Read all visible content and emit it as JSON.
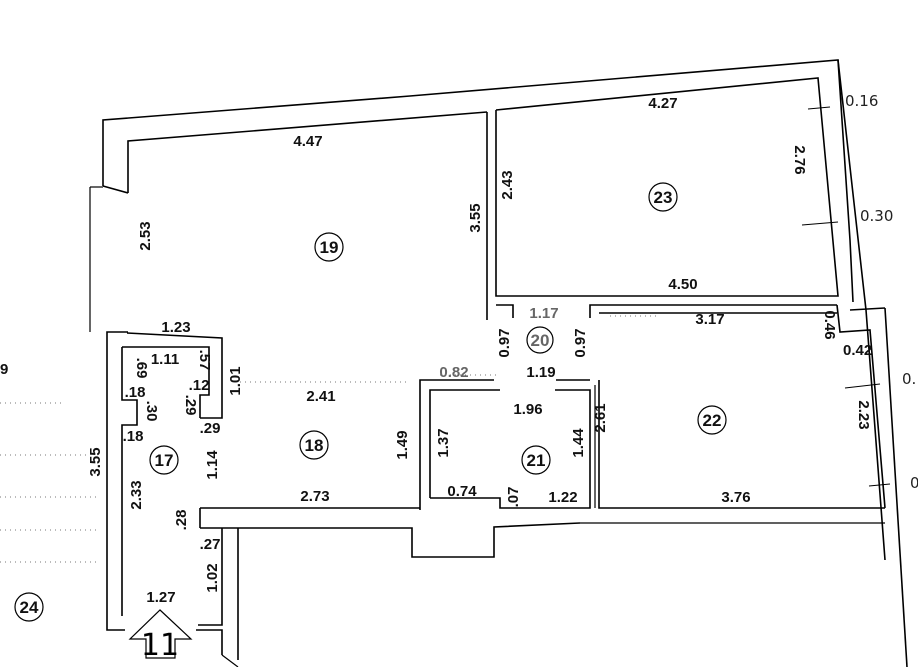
{
  "title": "Apartment floor plan",
  "rooms": [
    {
      "id": "17",
      "number": "17"
    },
    {
      "id": "18",
      "number": "18"
    },
    {
      "id": "19",
      "number": "19"
    },
    {
      "id": "20",
      "number": "20"
    },
    {
      "id": "21",
      "number": "21"
    },
    {
      "id": "22",
      "number": "22"
    },
    {
      "id": "23",
      "number": "23"
    },
    {
      "id": "24",
      "number": "24"
    }
  ],
  "entrance": {
    "number": "11"
  },
  "dimensions": {
    "r19_top": "4.47",
    "r19_left": "2.53",
    "r19_right": "3.55",
    "r23_top": "4.27",
    "r23_left": "2.43",
    "r23_right": "2.76",
    "r23_bottom": "4.50",
    "wall_016": "0.16",
    "wall_030": "0.30",
    "r20_top": "1.17",
    "r20_left": "0.97",
    "r20_right": "0.97",
    "r20_bottom": "1.19",
    "r22_top": "3.17",
    "r22_046": "0.46",
    "r22_042": "0.42",
    "r22_left": "2.61",
    "r22_right": "2.23",
    "r22_bottom": "3.76",
    "r21_top": "1.96",
    "r21_left": "1.37",
    "r21_right": "1.44",
    "r21_b1": "0.74",
    "r21_b2": ".07",
    "r21_b3": "1.22",
    "r18_top": "2.41",
    "r18_right": "1.49",
    "r18_bottom": "2.73",
    "r18_082": "0.82",
    "r17_123": "1.23",
    "r17_111": "1.11",
    "r17_069": ".69",
    "r17_057": ".57",
    "r17_018a": ".18",
    "r17_012": ".12",
    "r17_029a": ".29",
    "r17_030": ".30",
    "r17_029b": ".29",
    "r17_018b": ".18",
    "r17_101": "1.01",
    "r17_114": "1.14",
    "r17_233": "2.33",
    "r17_355": "3.55",
    "r17_028": ".28",
    "r17_027": ".27",
    "r17_102": "1.02",
    "r17_127": "1.27",
    "edge_left": "9",
    "edge_right_a": "0.",
    "edge_right_b": "0"
  }
}
